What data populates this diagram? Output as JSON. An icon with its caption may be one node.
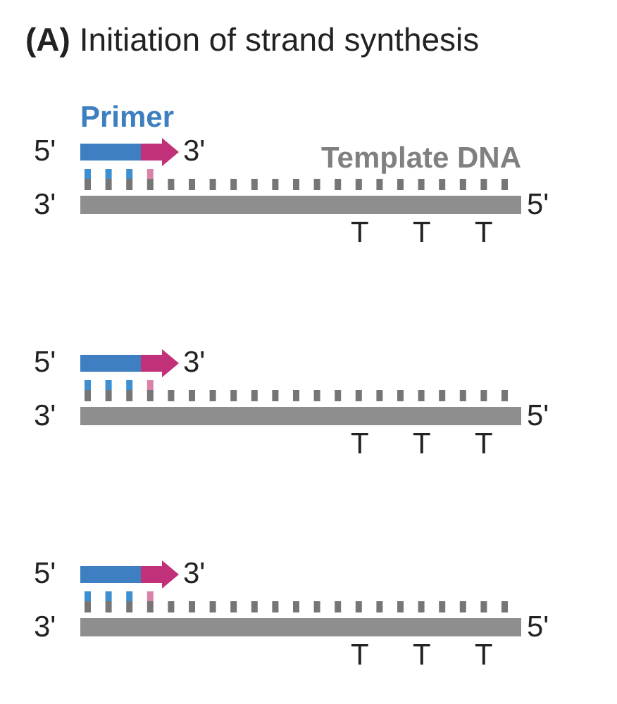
{
  "diagram": {
    "title": "**(A)** Initiation of strand synthesis",
    "nodes": [
      {
        "text": [
          "Primer"
        ],
        "beside": [
          "5'",
          "3'"
        ]
      },
      {
        "text": [
          "Template DNA"
        ],
        "beside": [
          "3'",
          "5'",
          "T",
          "T",
          "T"
        ]
      },
      {
        "text": [],
        "shape": "arrow",
        "beside": [
          "5'",
          "3'"
        ]
      },
      {
        "text": [],
        "shape": "bar",
        "beside": [
          "3'",
          "5'",
          "T",
          "T",
          "T"
        ]
      },
      {
        "text": [],
        "shape": "arrow",
        "beside": [
          "5'",
          "3'"
        ]
      },
      {
        "text": [],
        "shape": "bar",
        "beside": [
          "3'",
          "5'",
          "T",
          "T",
          "T"
        ]
      }
    ]
  }
}
